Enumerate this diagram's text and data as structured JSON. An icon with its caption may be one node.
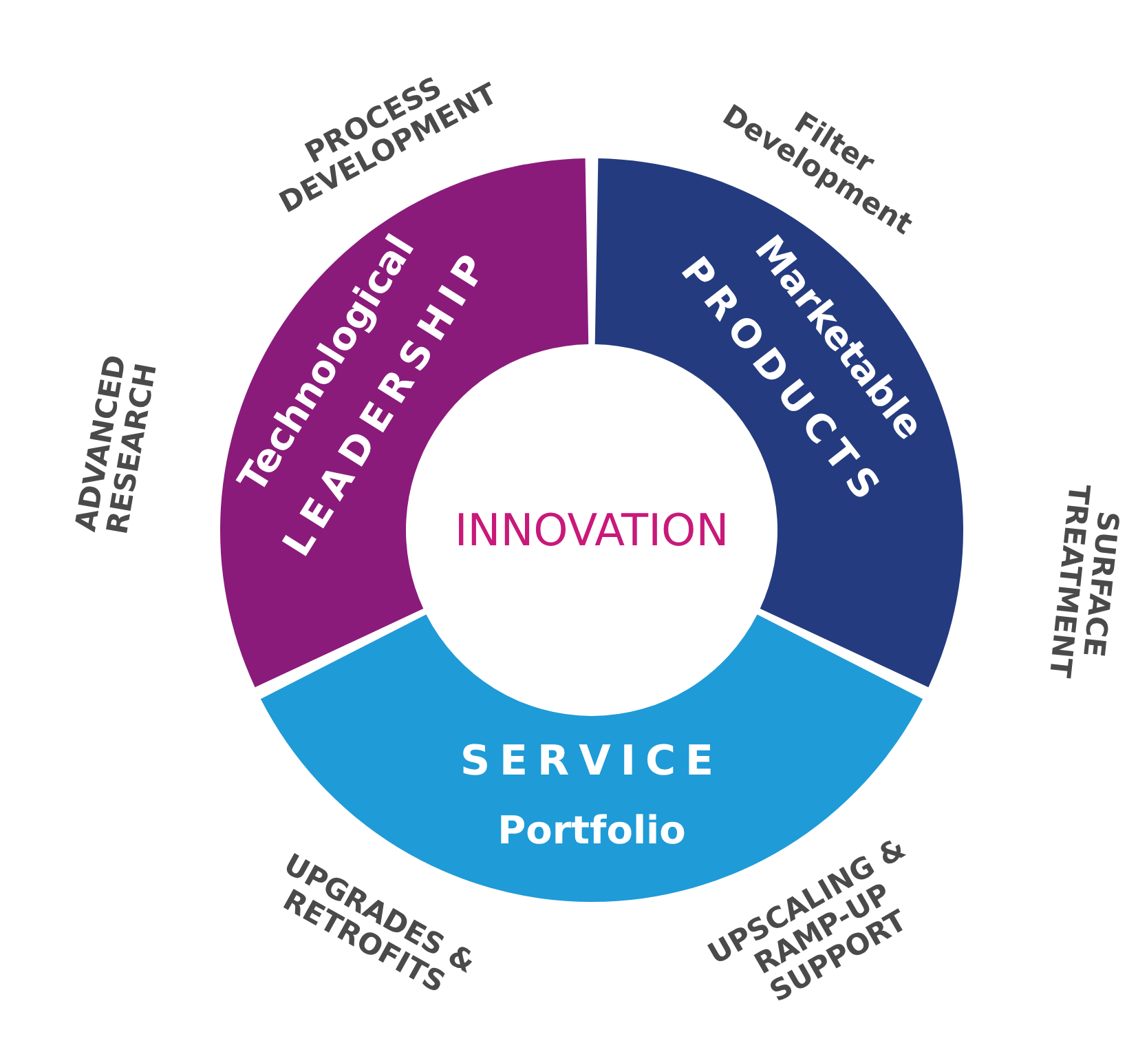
{
  "diagram": {
    "nodes": [
      {
        "text": [
          "Technological",
          "LEADERSHIP"
        ]
      },
      {
        "text": [
          "Marketable",
          "PRODUCTS"
        ]
      },
      {
        "text": [
          "INNOVATION"
        ]
      },
      {
        "text": [
          "SERVICE",
          "Portfolio"
        ]
      }
    ],
    "edges": [],
    "labels": [
      "PROCESS DEVELOPMENT",
      "Filter Development",
      "ADVANCED RESEARCH",
      "SURFACE TREATMENT",
      "UPGRADES & RETROFITS",
      "UPSCALING & RAMP-UP SUPPORT"
    ]
  }
}
